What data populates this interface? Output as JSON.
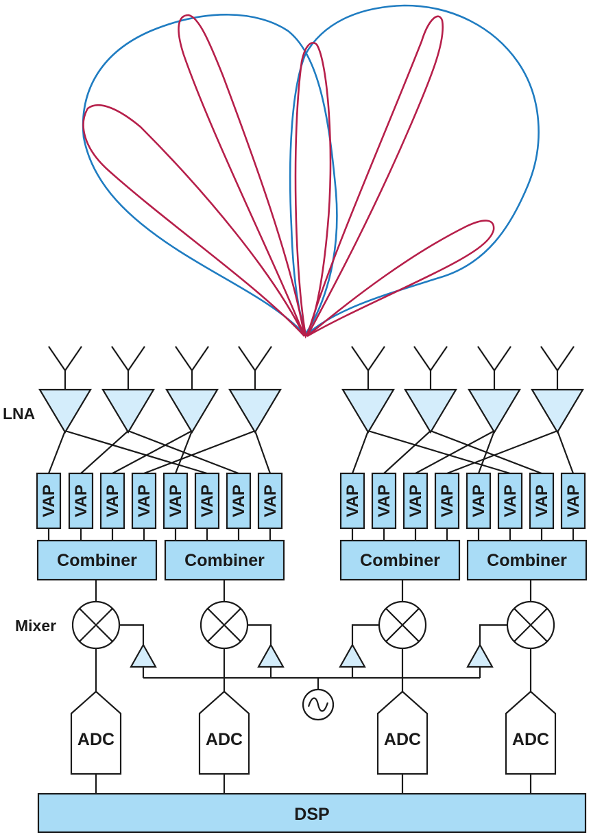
{
  "labels": {
    "lna": "LNA",
    "mixer": "Mixer",
    "vap": "VAP",
    "combiner": "Combiner",
    "adc": "ADC",
    "dsp": "DSP"
  },
  "colors": {
    "wide_beam": "#1f7cc1",
    "narrow_beams": "#b61f4a",
    "block_fill": "#a9dcf6",
    "amplifier_fill": "#d4edfb"
  },
  "icons": {
    "antenna": "antenna-icon",
    "mixer": "mixer-icon",
    "oscillator": "oscillator-icon",
    "buffer_amplifier": "buffer-amplifier-icon"
  }
}
